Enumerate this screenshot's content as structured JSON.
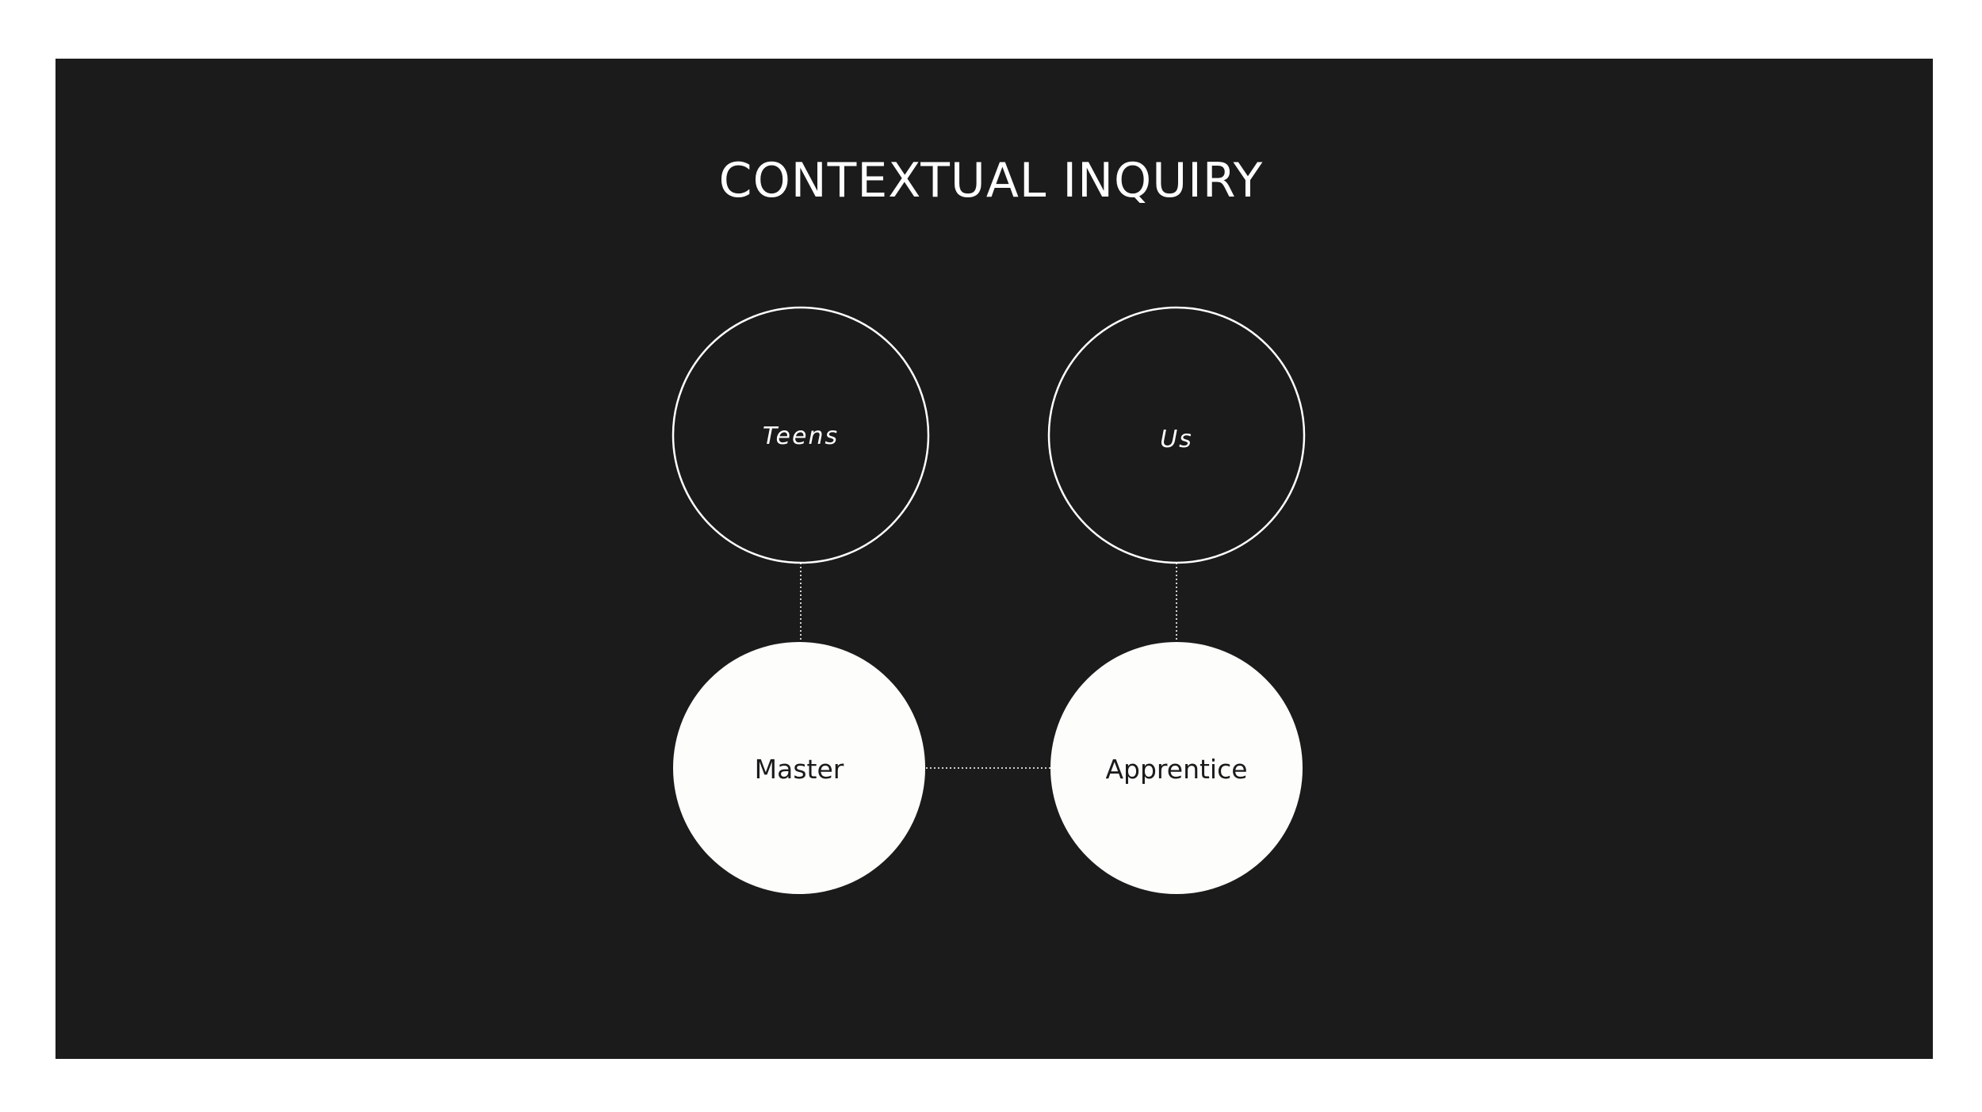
{
  "slide": {
    "title": "CONTEXTUAL INQUIRY",
    "background_color": "#1b1b1b",
    "outer_background_color": "#ffffff"
  },
  "diagram": {
    "top_nodes": [
      {
        "id": "teens",
        "label": "Teens"
      },
      {
        "id": "us",
        "label": "Us"
      }
    ],
    "bottom_nodes": [
      {
        "id": "master",
        "label": "Master"
      },
      {
        "id": "apprentice",
        "label": "Apprentice"
      }
    ],
    "connections": [
      {
        "from": "teens",
        "to": "master"
      },
      {
        "from": "us",
        "to": "apprentice"
      },
      {
        "from": "master",
        "to": "apprentice"
      }
    ]
  }
}
